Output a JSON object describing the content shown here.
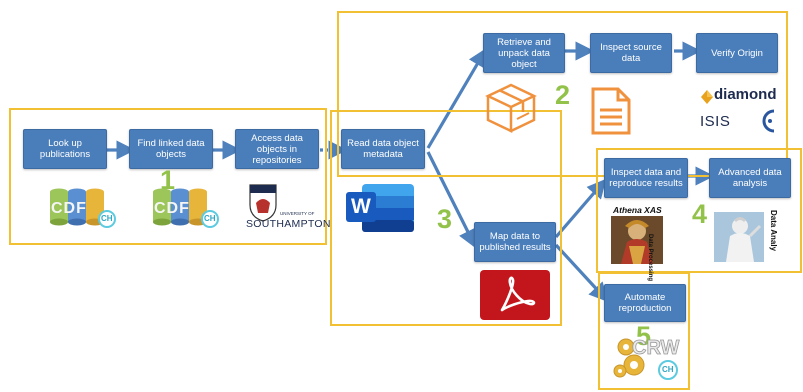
{
  "steps": {
    "lookup": "Look up publications",
    "find": "Find linked data objects",
    "access": "Access data objects in repositories",
    "read": "Read data object metadata",
    "retrieve": "Retrieve and unpack data object",
    "inspect_source": "Inspect source data",
    "verify": "Verify Origin",
    "map": "Map data to published results",
    "inspect_reproduce": "Inspect data and reproduce results",
    "advanced": "Advanced data analysis",
    "automate": "Automate reproduction"
  },
  "stage_numbers": [
    "1",
    "2",
    "3",
    "4",
    "5"
  ],
  "logos": {
    "cdf1": "CDF",
    "cdf2": "CDF",
    "ch1": "CH",
    "ch2": "CH",
    "uni_small": "UNIVERSITY OF",
    "uni_big": "SOUTHAMPTON",
    "word": "W",
    "diamond": "diamond",
    "isis": "ISIS",
    "athena": "Athena XAS",
    "athena_side": "Data Processing",
    "artemis_side": "Data Analy",
    "crw": "CRW",
    "ch3": "CH"
  },
  "colors": {
    "box_fill": "#4a7ebb",
    "arrow": "#4f81bd",
    "frame": "#f2c033",
    "number": "#92c24a",
    "office": "#f0913e",
    "pdf": "#c3161c",
    "word": "#185abd"
  },
  "icons": [
    "database-icon",
    "package-icon",
    "document-icon",
    "word-icon",
    "pdf-icon",
    "gears-icon",
    "diamond-icon",
    "university-crest-icon",
    "athena-icon",
    "artemis-icon"
  ]
}
